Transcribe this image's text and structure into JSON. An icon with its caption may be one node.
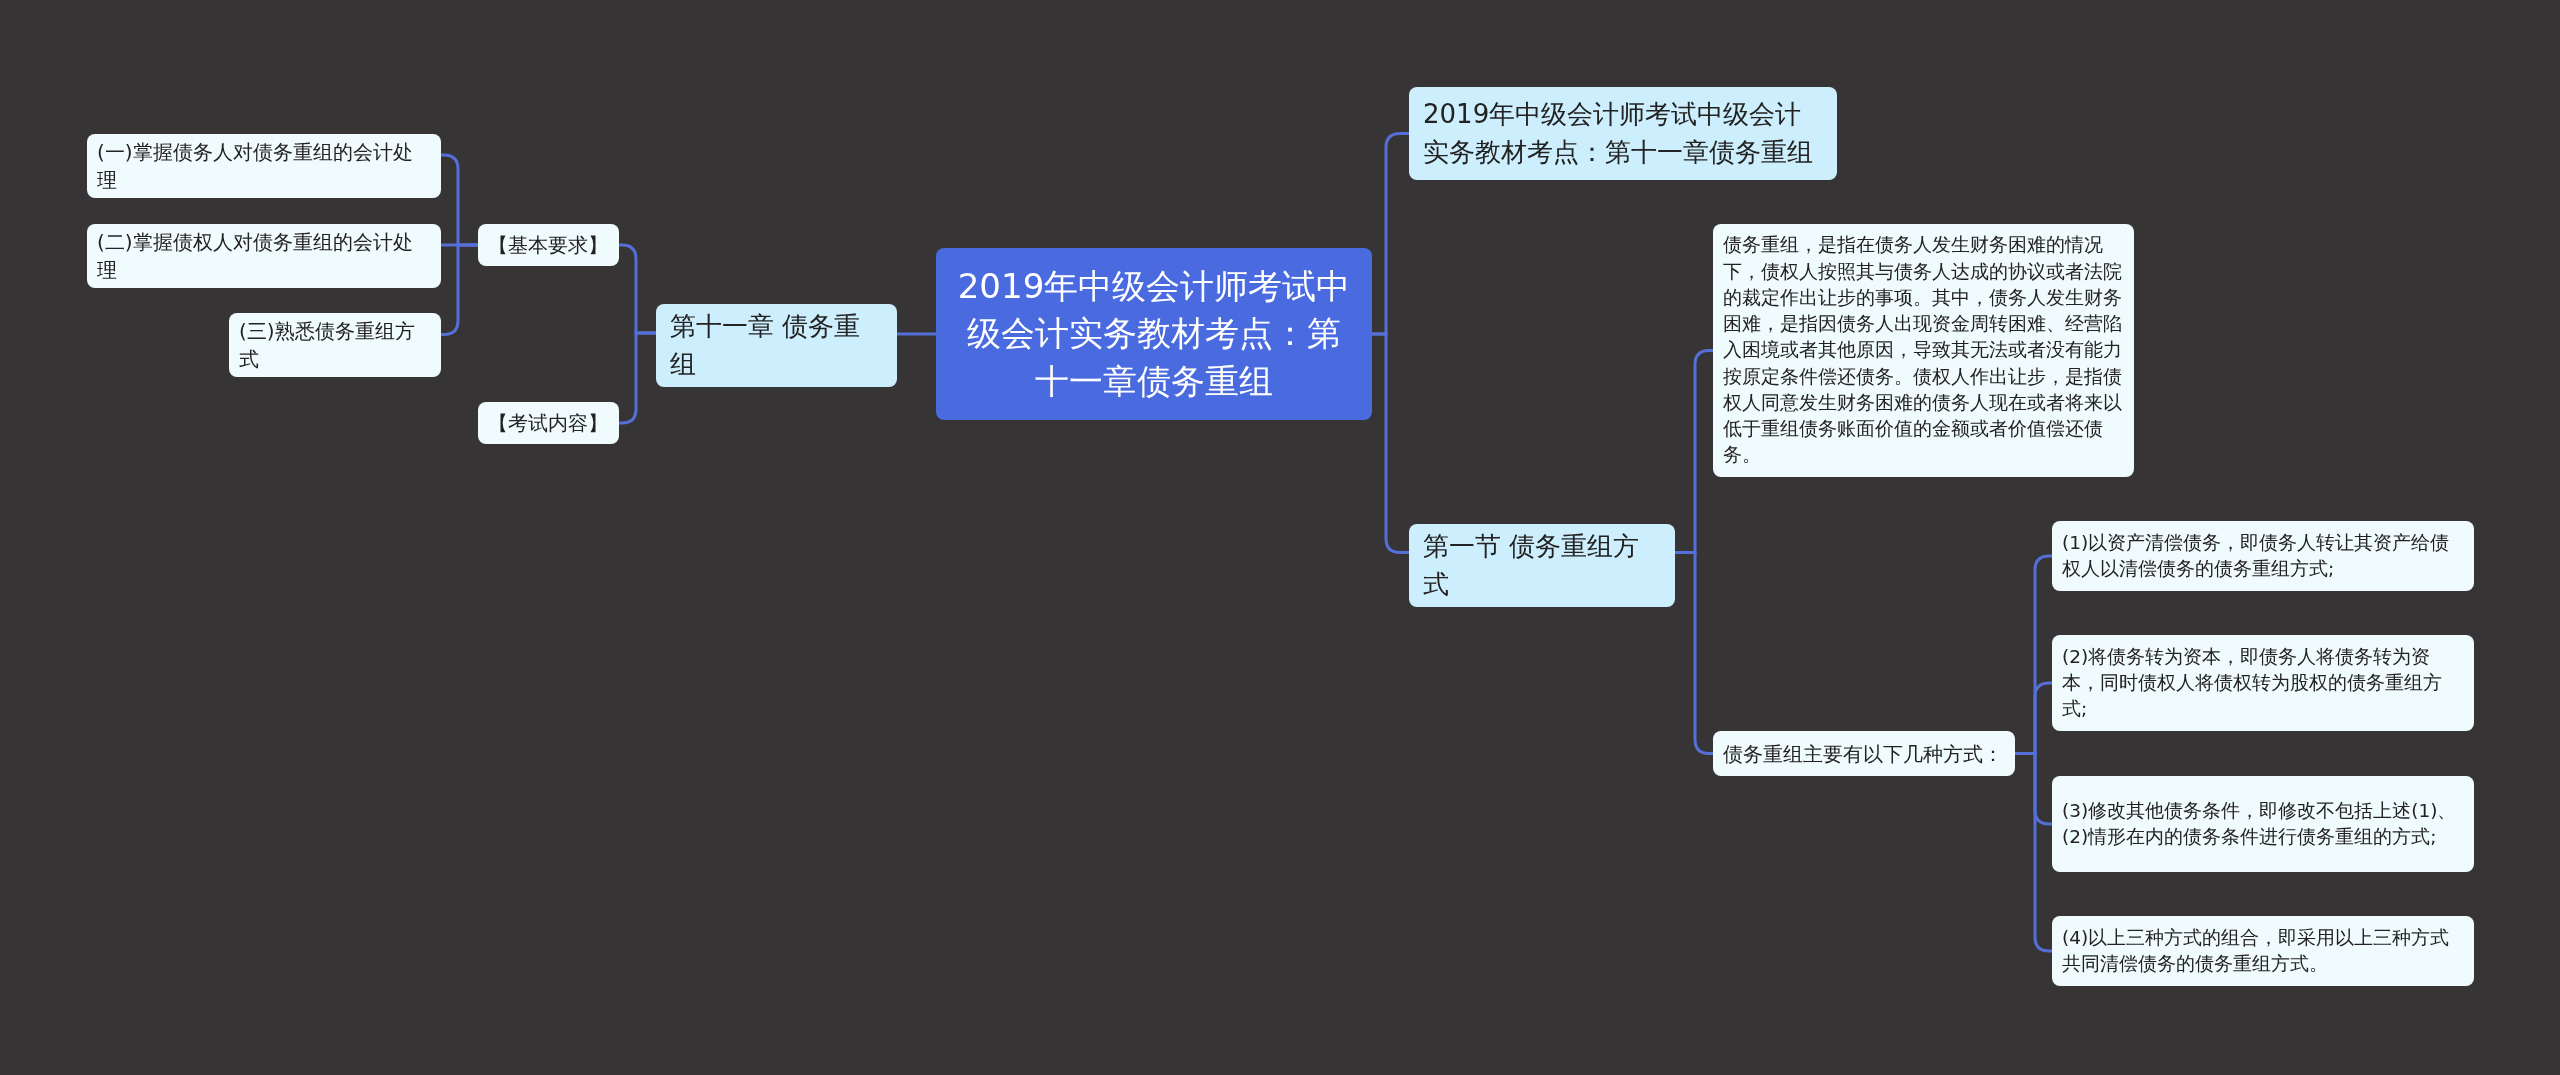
{
  "diagram": {
    "nodes": [
      {
        "text": [
          "2019年中级会计师考试中级会计实务教材考点：第十一章债务重组"
        ]
      },
      {
        "text": [
          "第十一章 债务重组"
        ]
      },
      {
        "text": [
          "【基本要求】"
        ]
      },
      {
        "text": [
          "(一)掌握债务人对债务重组的会计处理"
        ]
      },
      {
        "text": [
          "(二)掌握债权人对债务重组的会计处理"
        ]
      },
      {
        "text": [
          "(三)熟悉债务重组方式"
        ]
      },
      {
        "text": [
          "【考试内容】"
        ]
      },
      {
        "text": [
          "2019年中级会计师考试中级会计实务教材考点：第十一章债务重组"
        ]
      },
      {
        "text": [
          "第一节 债务重组方式"
        ]
      },
      {
        "text": [
          "债务重组，是指在债务人发生财务困难的情况下，债权人按照其与债务人达成的协议或者法院的裁定作出让步的事项。其中，债务人发生财务困难，是指因债务人出现资金周转困难、经营陷入困境或者其他原因，导致其无法或者没有能力按原定条件偿还债务。债权人作出让步，是指债权人同意发生财务困难的债务人现在或者将来以低于重组债务账面价值的金额或者价值偿还债务。"
        ]
      },
      {
        "text": [
          "债务重组主要有以下几种方式："
        ]
      },
      {
        "text": [
          "(1)以资产清偿债务，即债务人转让其资产给债权人以清偿债务的债务重组方式;"
        ]
      },
      {
        "text": [
          "(2)将债务转为资本，即债务人将债务转为资本，同时债权人将债权转为股权的债务重组方式;"
        ]
      },
      {
        "text": [
          "(3)修改其他债务条件，即修改不包括上述(1)、(2)情形在内的债务条件进行债务重组的方式;"
        ]
      },
      {
        "text": [
          "(4)以上三种方式的组合，即采用以上三种方式共同清偿债务的债务重组方式。"
        ]
      }
    ],
    "edges": [
      {
        "from": 0,
        "to": 1,
        "arrow": "none"
      },
      {
        "from": 1,
        "to": 2,
        "arrow": "none"
      },
      {
        "from": 2,
        "to": 3,
        "arrow": "none"
      },
      {
        "from": 2,
        "to": 4,
        "arrow": "none"
      },
      {
        "from": 2,
        "to": 5,
        "arrow": "none"
      },
      {
        "from": 1,
        "to": 6,
        "arrow": "none"
      },
      {
        "from": 0,
        "to": 7,
        "arrow": "none"
      },
      {
        "from": 0,
        "to": 8,
        "arrow": "none"
      },
      {
        "from": 8,
        "to": 9,
        "arrow": "none"
      },
      {
        "from": 8,
        "to": 10,
        "arrow": "none"
      },
      {
        "from": 10,
        "to": 11,
        "arrow": "none"
      },
      {
        "from": 10,
        "to": 12,
        "arrow": "none"
      },
      {
        "from": 10,
        "to": 13,
        "arrow": "none"
      },
      {
        "from": 10,
        "to": 14,
        "arrow": "none"
      }
    ]
  }
}
